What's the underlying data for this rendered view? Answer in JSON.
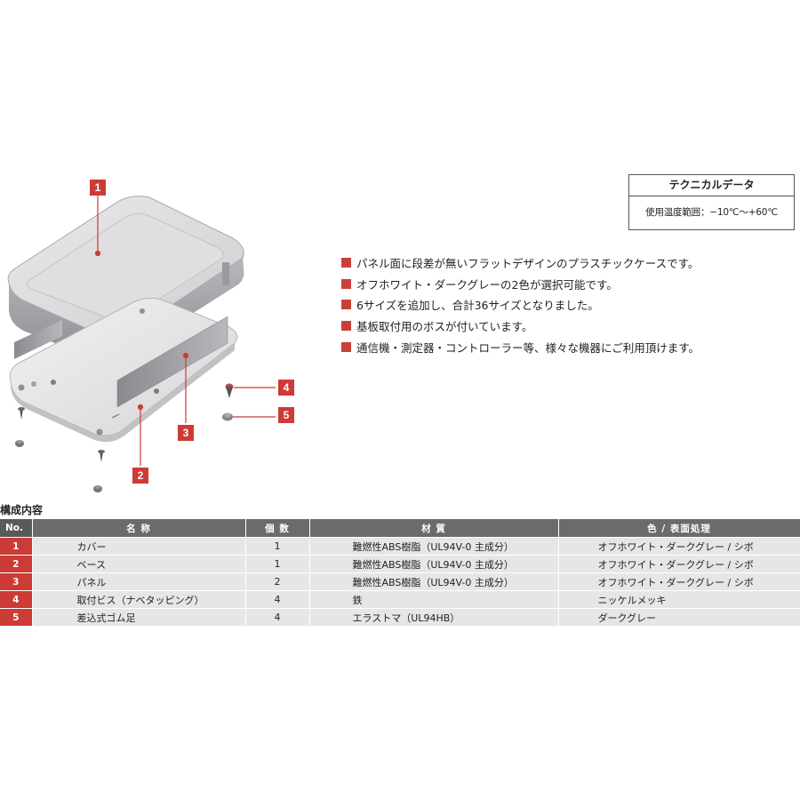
{
  "callouts": [
    "1",
    "2",
    "3",
    "4",
    "5"
  ],
  "tech_data": {
    "title": "テクニカルデータ",
    "temp_range": "使用温度範囲：−10℃〜+60℃"
  },
  "features": [
    "パネル面に段差が無いフラットデザインのプラスチックケースです。",
    "オフホワイト・ダークグレーの2色が選択可能です。",
    "6サイズを追加し、合計36サイズとなりました。",
    "基板取付用のボスが付いています。",
    "通信機・測定器・コントローラー等、様々な機器にご利用頂けます。"
  ],
  "parts_table": {
    "title": "構成内容",
    "headers": [
      "No.",
      "名 称",
      "個 数",
      "材 質",
      "色 / 表面処理"
    ],
    "rows": [
      {
        "no": "1",
        "name": "カバー",
        "qty": "1",
        "material": "難燃性ABS樹脂（UL94V-0 主成分）",
        "finish": "オフホワイト・ダークグレー / シボ"
      },
      {
        "no": "2",
        "name": "ベース",
        "qty": "1",
        "material": "難燃性ABS樹脂（UL94V-0 主成分）",
        "finish": "オフホワイト・ダークグレー / シボ"
      },
      {
        "no": "3",
        "name": "パネル",
        "qty": "2",
        "material": "難燃性ABS樹脂（UL94V-0 主成分）",
        "finish": "オフホワイト・ダークグレー / シボ"
      },
      {
        "no": "4",
        "name": "取付ビス（ナベタッピング）",
        "qty": "4",
        "material": "鉄",
        "finish": "ニッケルメッキ"
      },
      {
        "no": "5",
        "name": "差込式ゴム足",
        "qty": "4",
        "material": "エラストマ（UL94HB）",
        "finish": "ダークグレー"
      }
    ]
  },
  "colors": {
    "accent": "#cc3b35",
    "header_bg": "#6b6b6b",
    "row_bg": "#e6e6e6"
  }
}
